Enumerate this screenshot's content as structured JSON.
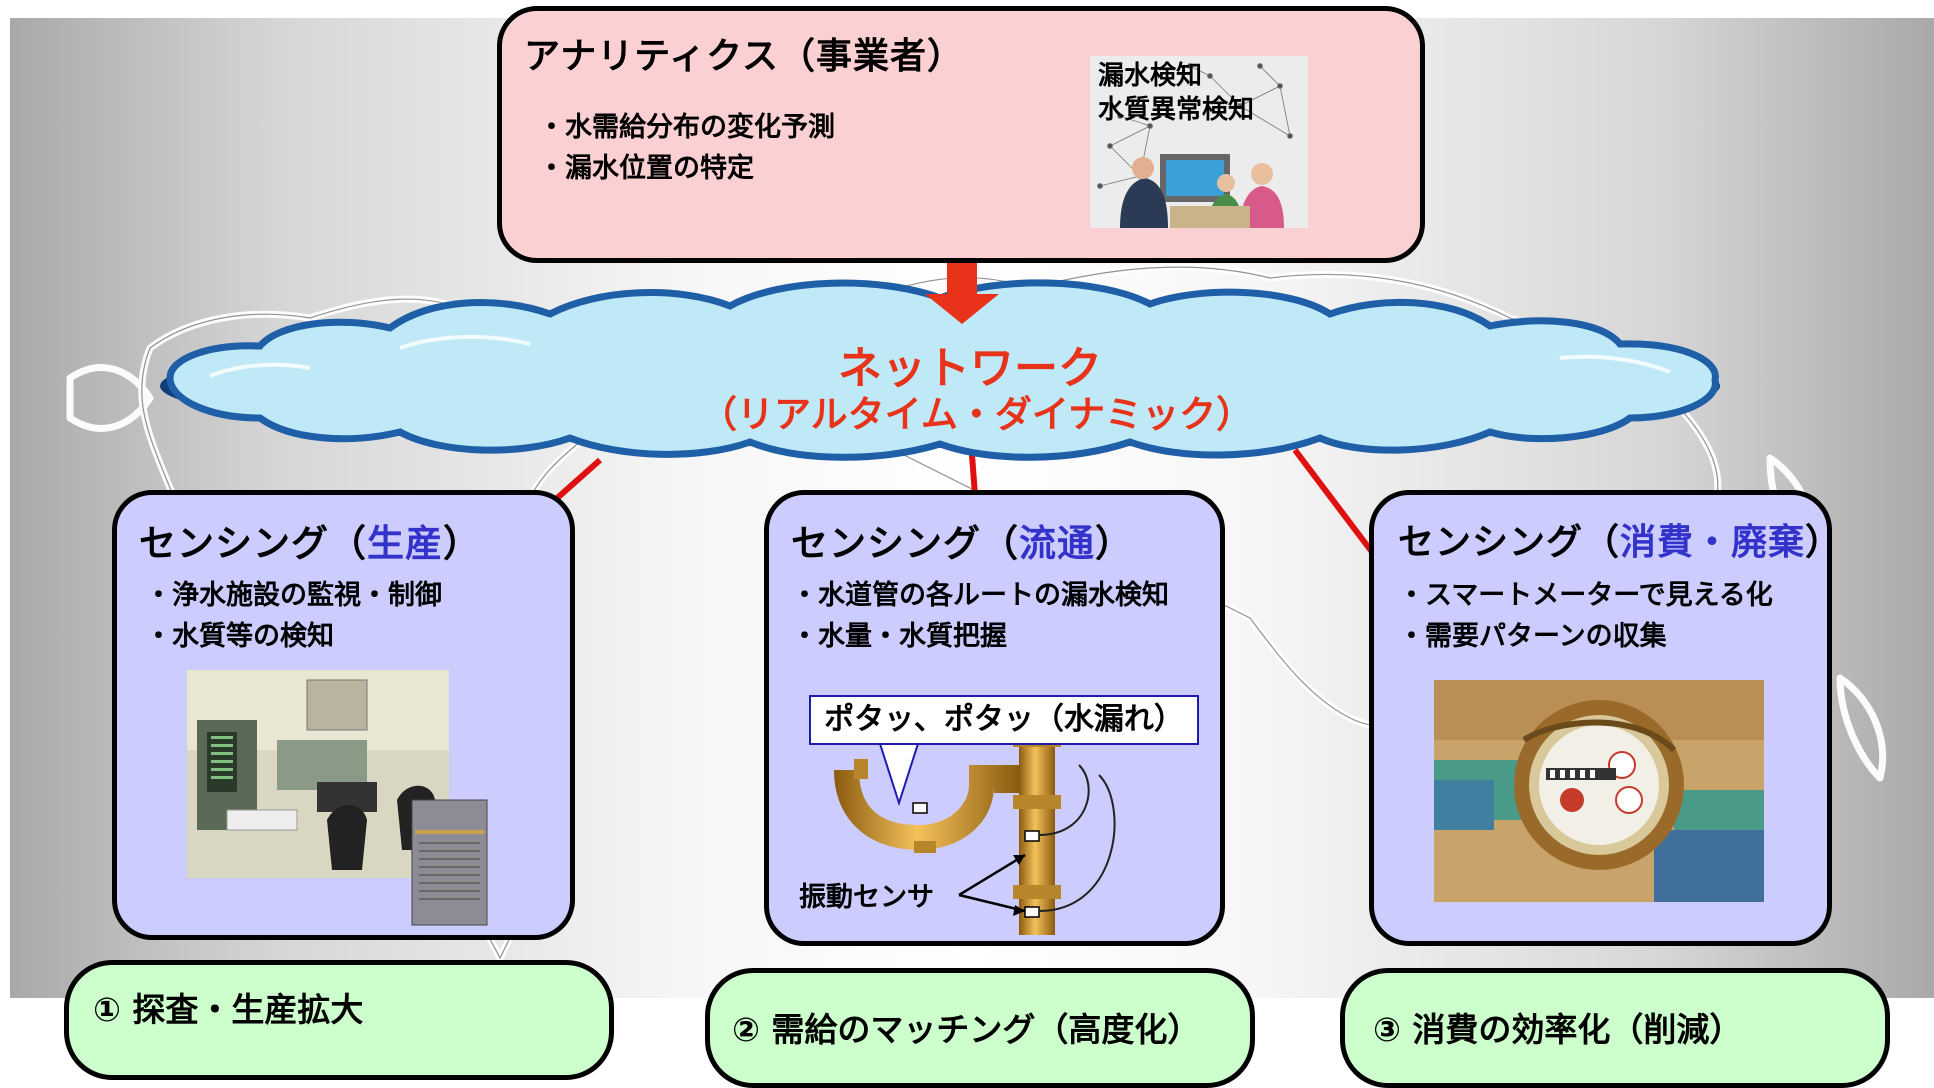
{
  "analytics": {
    "title": "アナリティクス（事業者）",
    "bullets": [
      "・水需給分布の変化予測",
      "・漏水位置の特定"
    ],
    "image_labels": [
      "漏水検知",
      "水質異常検知"
    ]
  },
  "network": {
    "label": "ネットワーク",
    "sublabel": "（リアルタイム・ダイナミック）"
  },
  "sensing": [
    {
      "prefix": "センシング（",
      "highlight": "生産",
      "suffix": "）",
      "bullets": [
        "・浄水施設の監視・制御",
        "・水質等の検知"
      ]
    },
    {
      "prefix": "センシング（",
      "highlight": "流通",
      "suffix": "）",
      "bullets": [
        "・水道管の各ルートの漏水検知",
        "・水量・水質把握"
      ],
      "callout": "ポタッ、ポタッ（水漏れ）",
      "sensor_label": "振動センサ"
    },
    {
      "prefix": "センシング（",
      "highlight": "消費・廃棄",
      "suffix": "）",
      "bullets": [
        "・スマートメーターで見える化",
        "・需要パターンの収集"
      ]
    }
  ],
  "outcomes": [
    "① 探査・生産拡大",
    "② 需給のマッチング（高度化）",
    "③ 消費の効率化（削減）"
  ],
  "colors": {
    "analytics_fill": "#fbd0d3",
    "sensing_fill": "#ccccff",
    "outcome_fill": "#ccffcc",
    "network_text": "#e8331a",
    "arrow": "#e8331a",
    "connector": "#e01010",
    "highlight_text": "#3333cc",
    "cloud_fill": "#bfe9f7",
    "cloud_border": "#1e5fa8"
  }
}
